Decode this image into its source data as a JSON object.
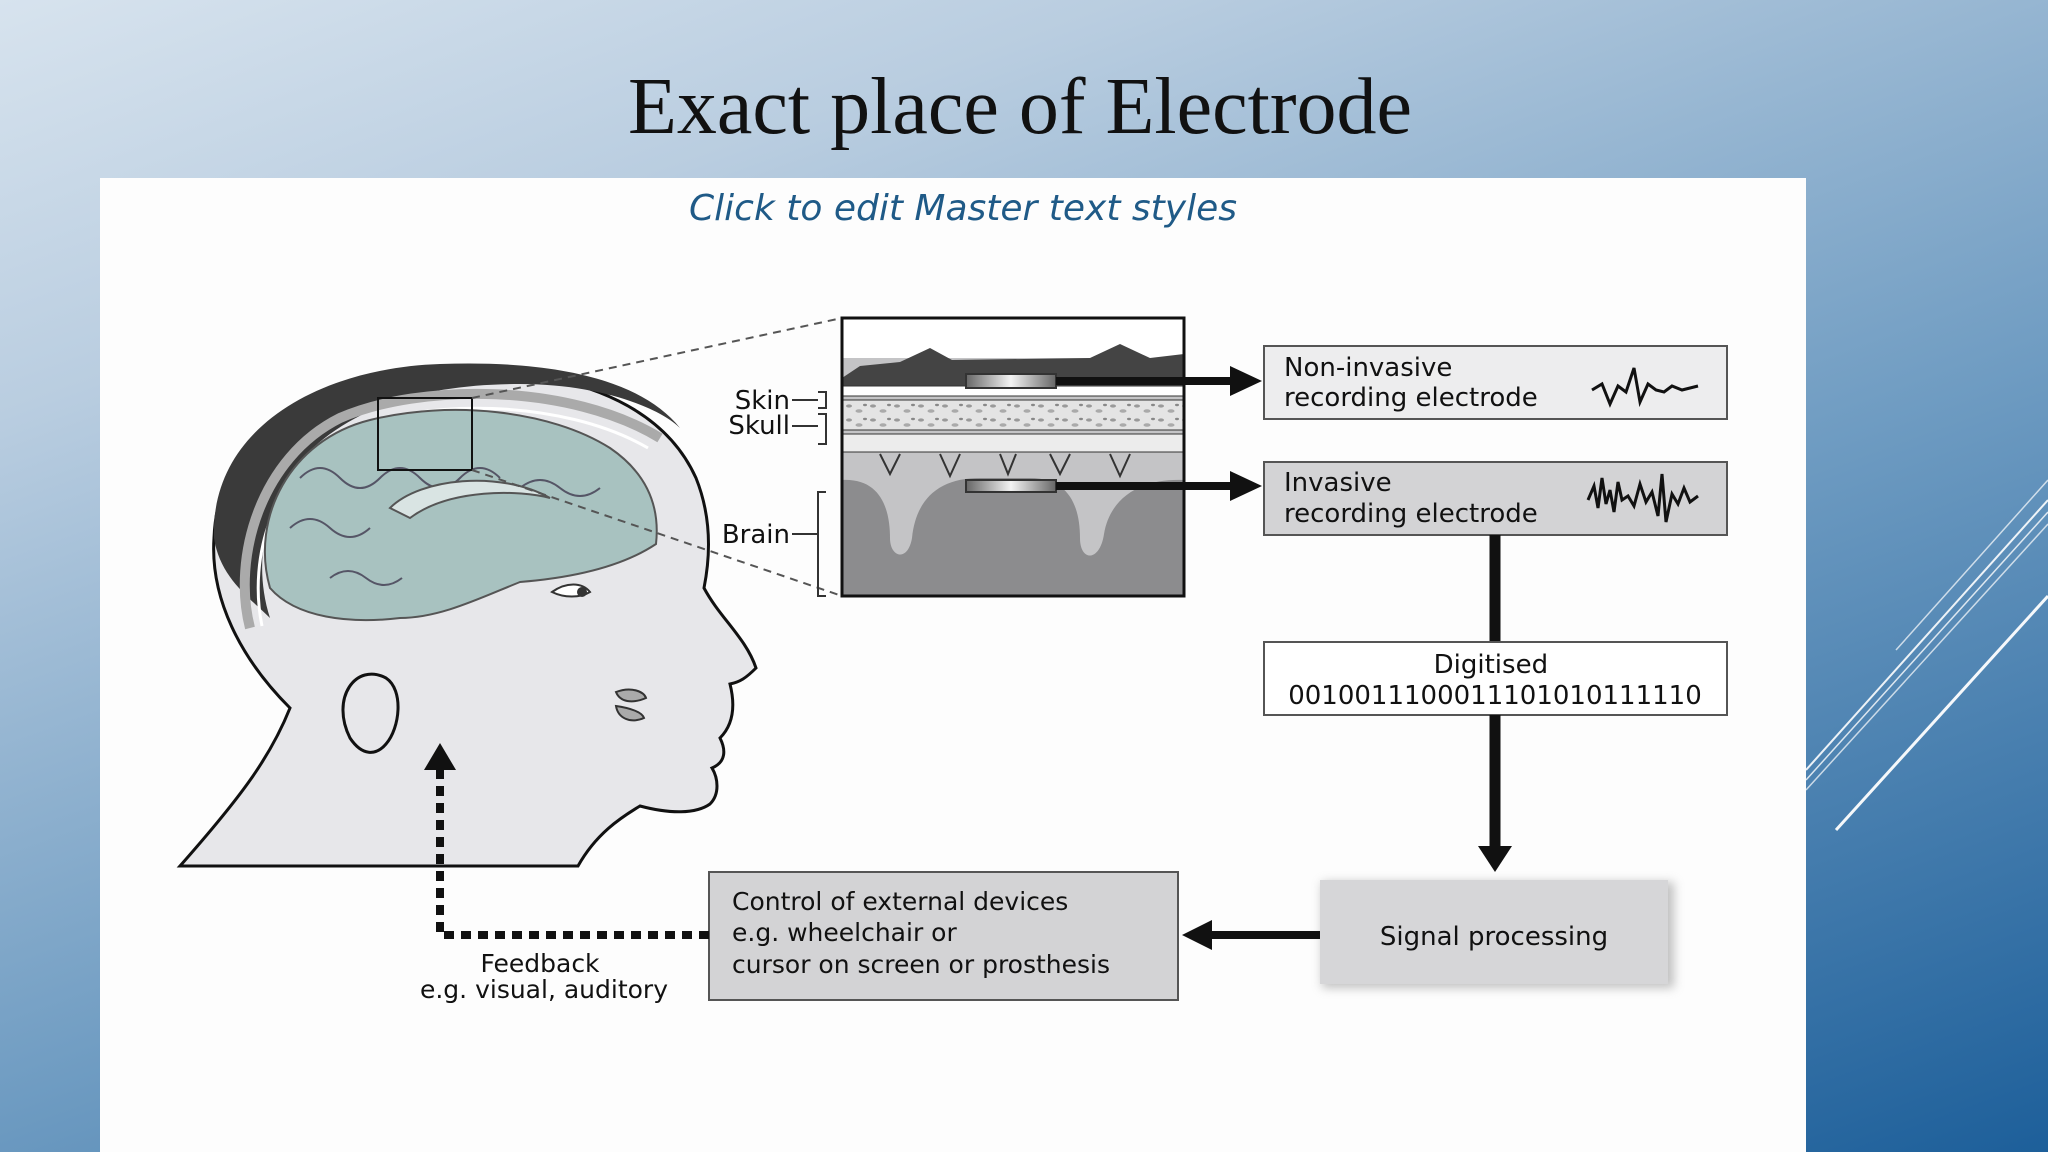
{
  "slide": {
    "title": "Exact place of Electrode",
    "subtitle": "Click to edit Master text styles"
  },
  "diagram": {
    "layers": {
      "skin": "Skin",
      "skull": "Skull",
      "brain": "Brain"
    },
    "boxes": {
      "non_invasive": [
        "Non-invasive",
        "recording electrode"
      ],
      "invasive": [
        "Invasive",
        "recording electrode"
      ],
      "digitised": [
        "Digitised",
        "0010011100011101010111110"
      ],
      "signal_processing": "Signal processing",
      "control": [
        "Control of external devices",
        "e.g. wheelchair or",
        "cursor on screen or prosthesis"
      ],
      "feedback": [
        "Feedback",
        "e.g. visual, auditory"
      ]
    }
  },
  "colors": {
    "brain": "#a8c2c0",
    "head": "#e7e7ea",
    "hair": "#3a3a3a",
    "box_gray": "#d3d3d5",
    "accent_blue": "#1f5a87"
  }
}
